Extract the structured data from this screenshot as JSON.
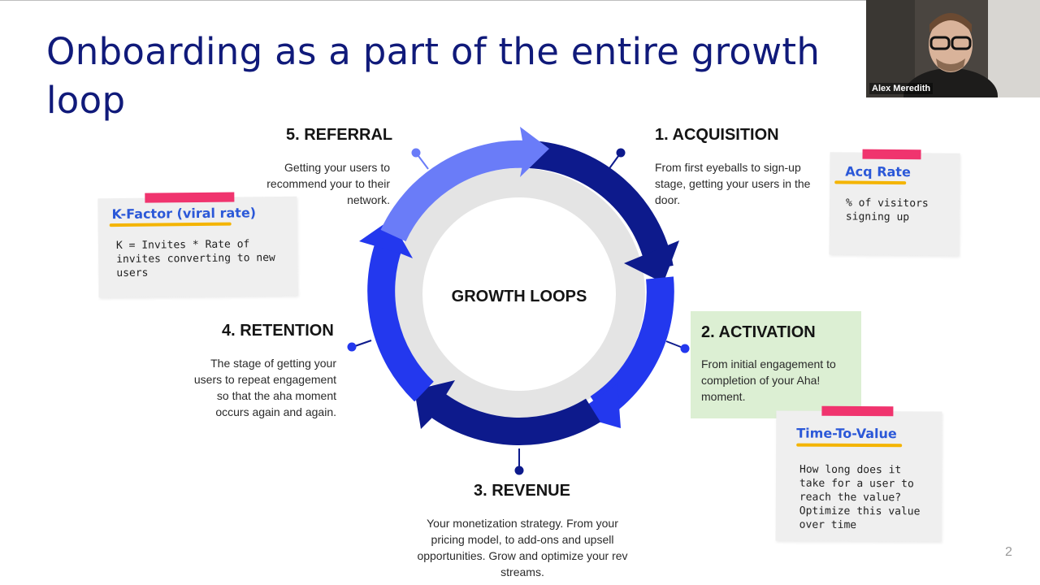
{
  "slide": {
    "title": "Onboarding as a part of the entire growth loop",
    "page_number": "2"
  },
  "diagram": {
    "center_label": "GROWTH LOOPS",
    "colors": {
      "dark_blue": "#0d1a8c",
      "royal_blue": "#2338ee",
      "periwinkle": "#6a7cf8",
      "inner_ring": "#e4e4e4",
      "pin": "#0d1a8c"
    },
    "stages": [
      {
        "title": "1. ACQUISITION",
        "description": "From first eyeballs to sign-up stage, getting your users in the door."
      },
      {
        "title": "2. ACTIVATION",
        "description": "From initial engagement to completion of your Aha! moment."
      },
      {
        "title": "3. REVENUE",
        "description": "Your monetization strategy. From your pricing model, to add-ons and upsell opportunities. Grow and optimize your rev streams."
      },
      {
        "title": "4. RETENTION",
        "description": "The stage of getting your users to repeat engagement so that the aha moment occurs again and again."
      },
      {
        "title": "5. REFERRAL",
        "description": "Getting your users to recommend your to their network."
      }
    ]
  },
  "notes": {
    "k_factor": {
      "heading": "K-Factor (viral rate)",
      "body": "K = Invites * Rate of invites converting to new users"
    },
    "acq_rate": {
      "heading": "Acq Rate",
      "body": "% of visitors signing up"
    },
    "time_to_value": {
      "heading": "Time-To-Value",
      "body": "How long does it take for a user to reach the value? Optimize this value over time"
    }
  },
  "webcam": {
    "participant_name": "Alex Meredith"
  }
}
